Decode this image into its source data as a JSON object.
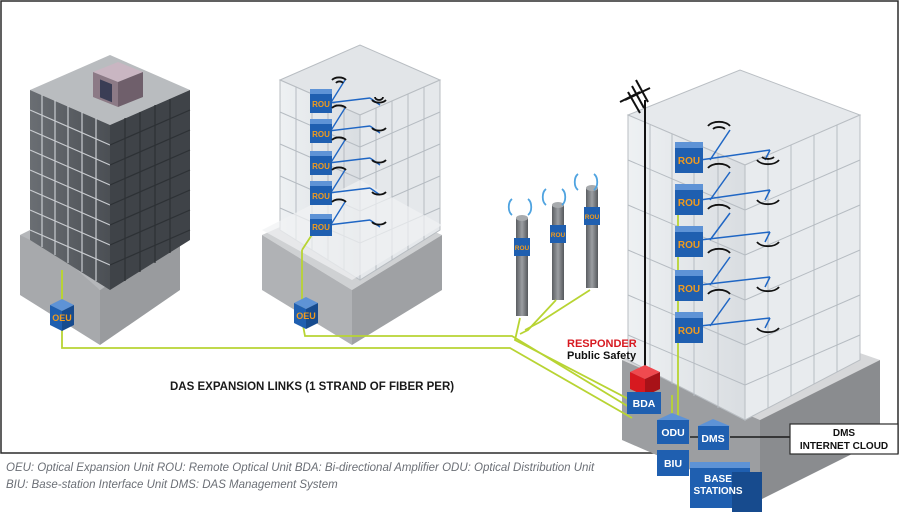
{
  "colors": {
    "fiber": "#b8d433",
    "device_blue": "#1f5fb0",
    "device_label": "#f29b1d",
    "bda_red": "#d71920",
    "responder_red": "#d71920",
    "link_blue": "#1f66c4",
    "glass": "#c9ced3",
    "floor": "#e8e8e8",
    "concrete": "#8d8f92",
    "dark_building": "#5a5e63"
  },
  "devices": {
    "oeu_left": "OEU",
    "oeu_mid": "OEU",
    "rou": "ROU",
    "bda": "BDA",
    "odu": "ODU",
    "dms": "DMS",
    "biu": "BIU"
  },
  "labels": {
    "base_stations_line1": "BASE",
    "base_stations_line2": "STATIONS",
    "responder": "RESPONDER",
    "public_safety": "Public Safety",
    "das_links": "DAS EXPANSION LINKS (1 STRAND OF FIBER PER)",
    "dms_cloud_line1": "DMS",
    "dms_cloud_line2": "INTERNET CLOUD"
  },
  "icons": {
    "antenna": "antenna-mast-icon",
    "signal": "wifi-signal-icon"
  },
  "legend": {
    "line1": "OEU: Optical Expansion Unit   ROU: Remote Optical Unit   BDA: Bi-directional Amplifier   ODU: Optical Distribution Unit",
    "line2": "BIU: Base-station Interface Unit   DMS: DAS Management System"
  }
}
